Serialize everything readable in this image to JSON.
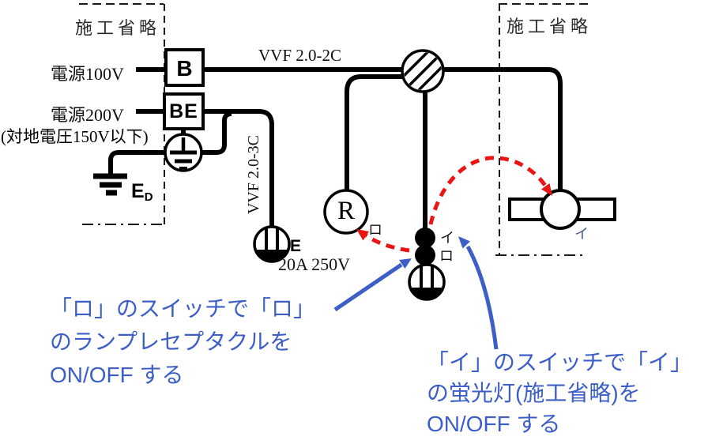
{
  "colors": {
    "blue": "#3c5ec6",
    "red": "#e91515",
    "ink": "#000000"
  },
  "regions": {
    "left_omitted_label": "施工省略",
    "right_omitted_label": "施工省略"
  },
  "sources": {
    "source_100v": "電源100V",
    "source_200v": "電源200V",
    "source_200v_note": "(対地電圧150V以下)"
  },
  "cables": {
    "branch_100v": "VVF 2.0-2C",
    "branch_200v": "VVF 2.0-3C"
  },
  "devices": {
    "breaker_label": "B",
    "earth_leakage_breaker_label": "BE",
    "ground_label_main": "E",
    "ground_label_sub": "D",
    "lamp_receptacle_label": "R",
    "lamp_receptacle_tag": "ロ",
    "outlet_earth_label": "E",
    "outlet_rating": "20A 250V",
    "switch_tag_i": "イ",
    "switch_tag_ro": "ロ",
    "fluorescent_tag": "イ"
  },
  "notes": {
    "ro": {
      "line1": "「ロ」のスイッチで「ロ」",
      "line2": "のランプレセプタクルを",
      "line3": "ON/OFF する"
    },
    "i": {
      "line1": "「イ」のスイッチで「イ」",
      "line2": "の蛍光灯(施工省略)を",
      "line3": "ON/OFF する"
    }
  }
}
